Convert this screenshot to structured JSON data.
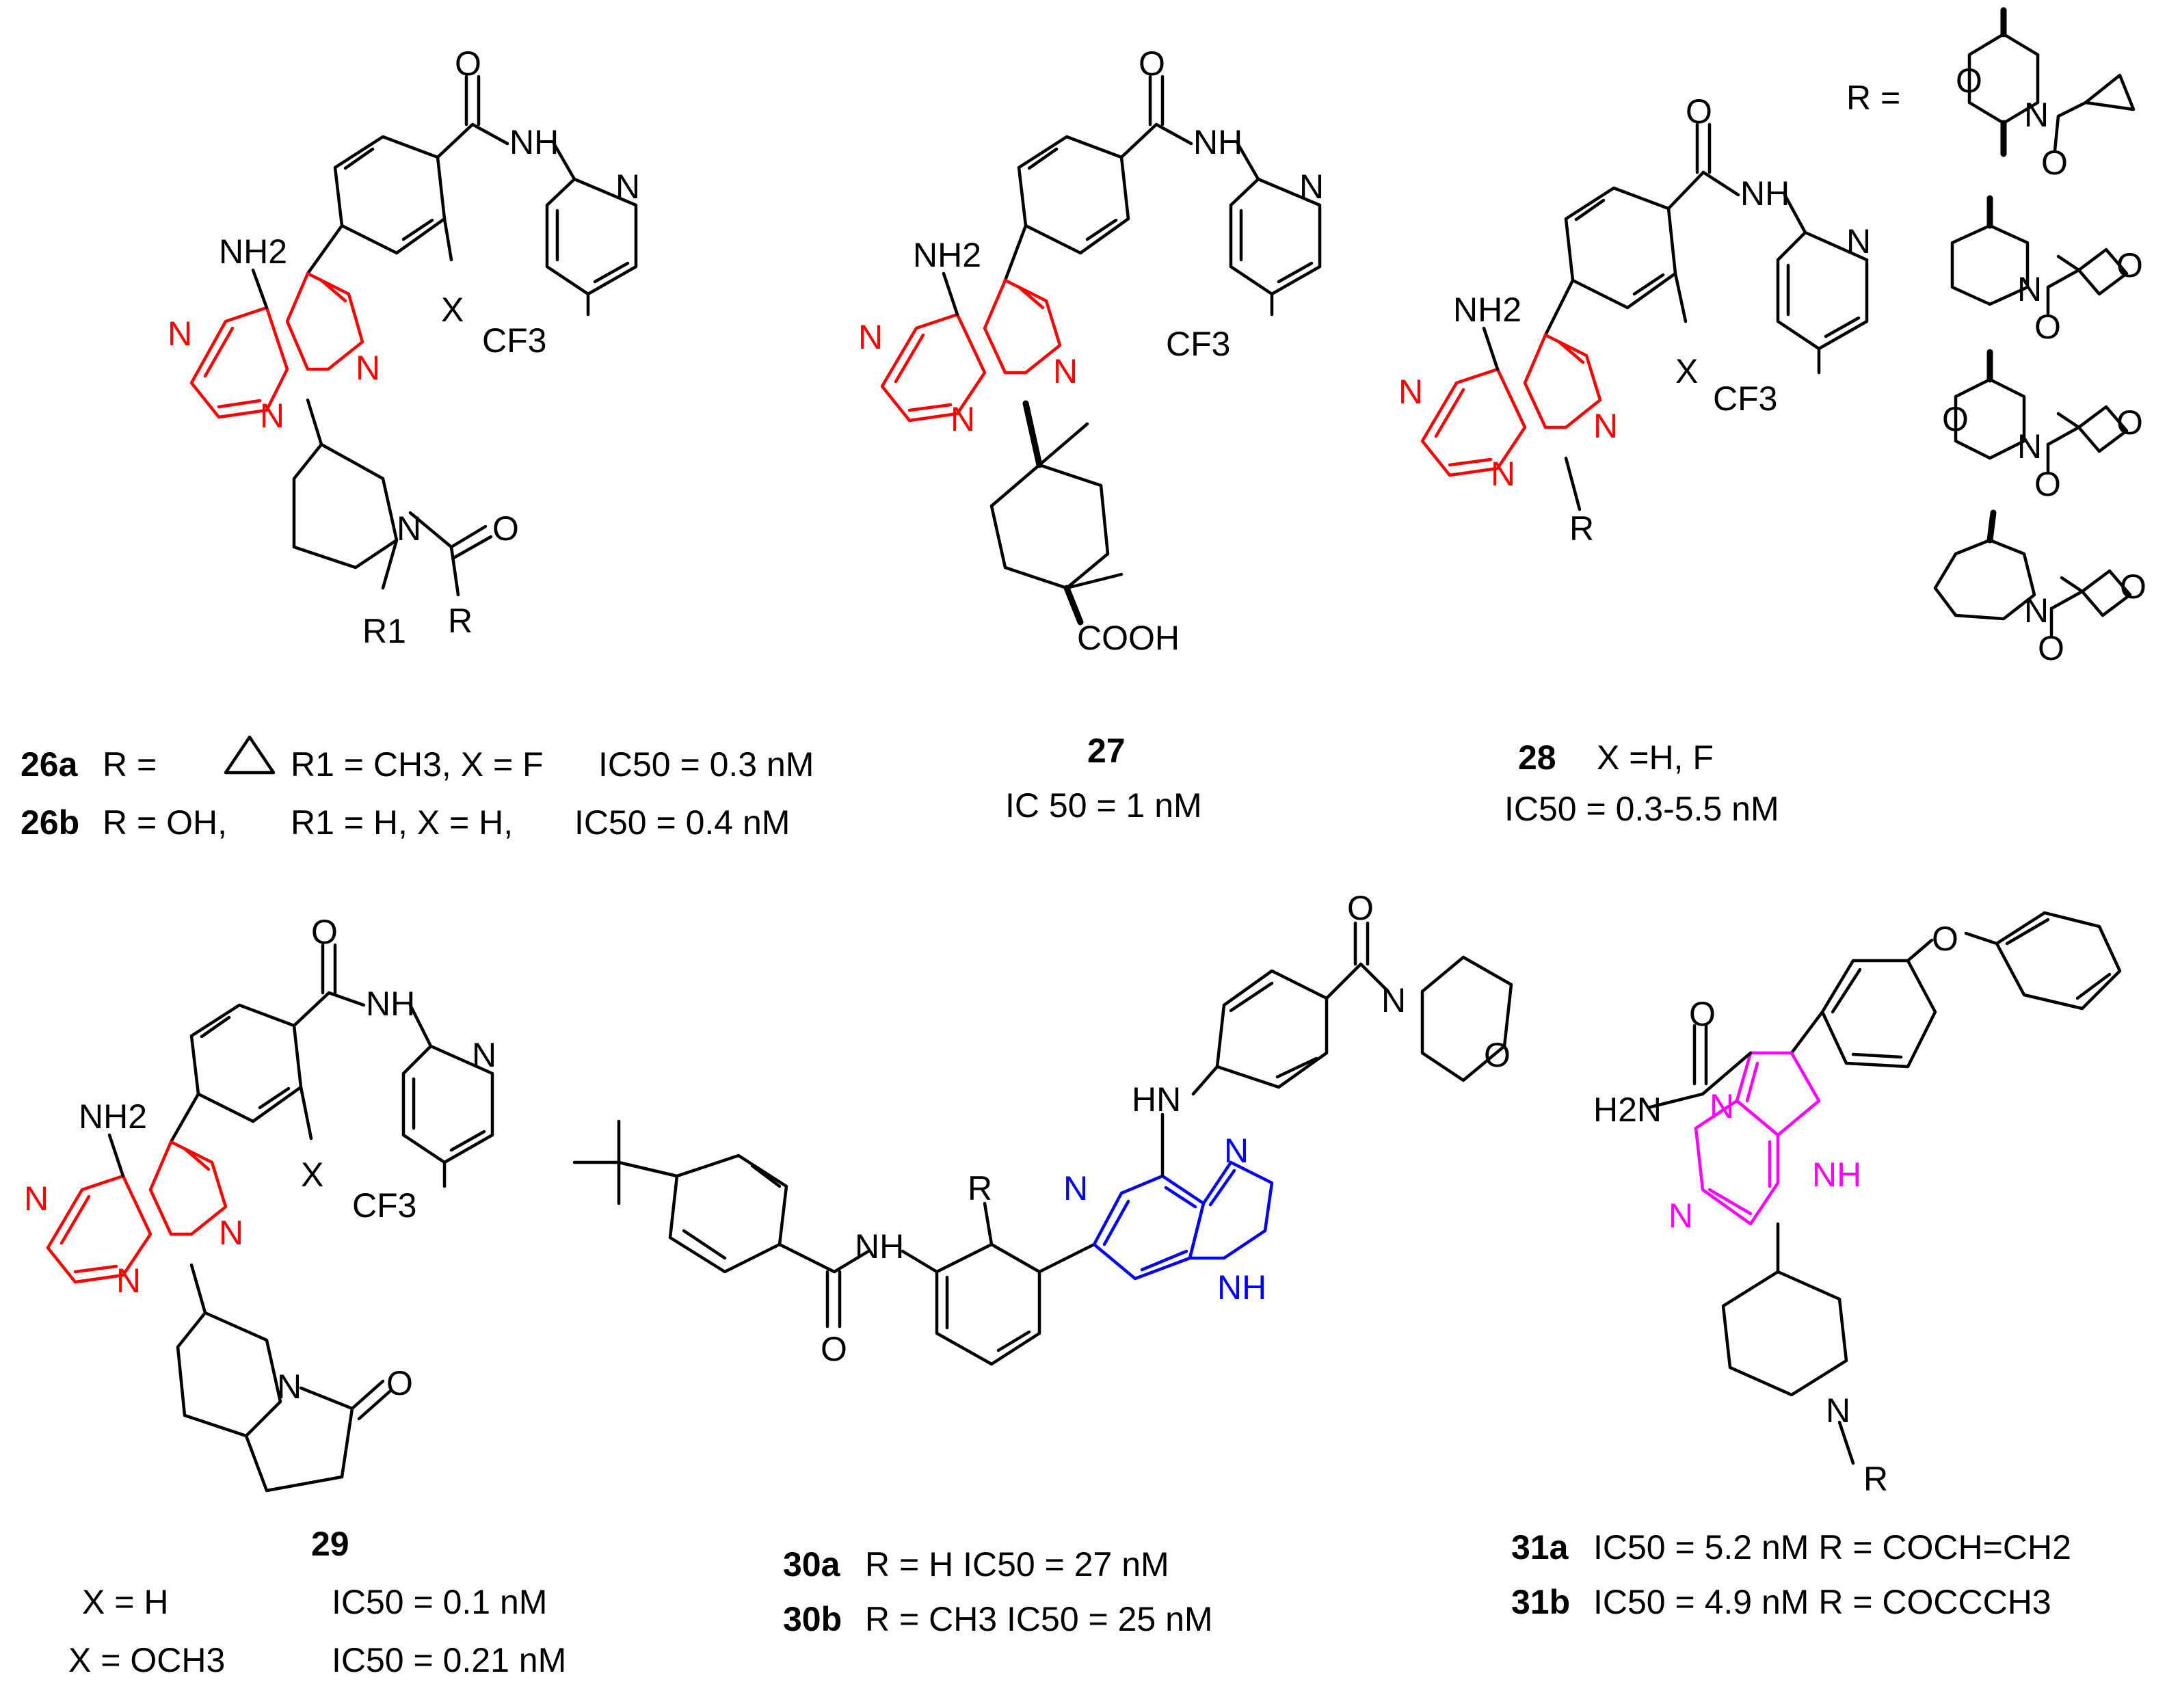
{
  "compounds": {
    "c26": {
      "atoms": {
        "o": "O",
        "nh": "NH",
        "n_py": "N",
        "nh2": "NH2",
        "n1": "N",
        "n2": "N",
        "n3": "N",
        "x": "X",
        "cf3": "CF3",
        "n_pip": "N",
        "o2": "O",
        "r": "R",
        "r1": "R1"
      },
      "caption": {
        "a_id": "26a",
        "a_r": "R =",
        "a_r1": "R1 = CH3, X = F",
        "a_ic": "IC50 = 0.3 nM",
        "b_id": "26b",
        "b_r": "R = OH,",
        "b_r1": "R1 = H, X = H,",
        "b_ic": "IC50 = 0.4 nM"
      }
    },
    "c27": {
      "atoms": {
        "o": "O",
        "nh": "NH",
        "n_py": "N",
        "nh2": "NH2",
        "n1": "N",
        "n2": "N",
        "n3": "N",
        "cf3": "CF3",
        "cooh": "COOH"
      },
      "caption": {
        "id": "27",
        "ic": "IC 50 = 1 nM"
      }
    },
    "c28": {
      "atoms": {
        "o": "O",
        "nh": "NH",
        "n_py": "N",
        "nh2": "NH2",
        "n1": "N",
        "n2": "N",
        "n3": "N",
        "x": "X",
        "cf3": "CF3",
        "r": "R"
      },
      "r_def": "R =",
      "r_groups": [
        {
          "o1": "O",
          "n": "N",
          "o2": "O"
        },
        {
          "n": "N",
          "o1": "O",
          "o2": "O"
        },
        {
          "o1": "O",
          "n": "N",
          "o2": "O",
          "o3": "O"
        },
        {
          "n": "N",
          "o1": "O",
          "o2": "O"
        }
      ],
      "caption": {
        "id": "28",
        "x": "X =H, F",
        "ic": "IC50 = 0.3-5.5 nM"
      }
    },
    "c29": {
      "atoms": {
        "o": "O",
        "nh": "NH",
        "n_py": "N",
        "nh2": "NH2",
        "n1": "N",
        "n2": "N",
        "n3": "N",
        "x": "X",
        "cf3": "CF3",
        "n_lac": "N",
        "o2": "O"
      },
      "caption": {
        "id": "29",
        "r1_x": "X = H",
        "r1_ic": "IC50 = 0.1 nM",
        "r2_x": "X = OCH3",
        "r2_ic": "IC50 = 0.21 nM"
      }
    },
    "c30": {
      "atoms": {
        "o1": "O",
        "n_morph": "N",
        "o_morph": "O",
        "hn": "HN",
        "n_pyr": "N",
        "n_im": "N",
        "nh_im": "NH",
        "r": "R",
        "nh_am": "NH",
        "o_am": "O"
      },
      "caption": {
        "a_id": "30a",
        "a_text": "R  =  H  IC50  =  27  nM",
        "b_id": "30b",
        "b_text": "R = CH3 IC50 = 25 nM"
      }
    },
    "c31": {
      "atoms": {
        "o": "O",
        "h2n": "H2N",
        "o_am": "O",
        "n_bridge": "N",
        "nh": "NH",
        "n_pz": "N",
        "n_pip": "N",
        "r": "R"
      },
      "caption": {
        "a_id": "31a",
        "a_text": "IC50 = 5.2 nM R = COCH=CH2",
        "b_id": "31b",
        "b_text": "IC50 = 4.9 nM R = COCCCH3"
      }
    }
  },
  "colors": {
    "core_imidazopyrazine": "#ff0000",
    "core_imidazopyridine": "#0000ff",
    "core_pyrazolopyrimidine": "#ff00ff",
    "bonds": "#000000"
  }
}
